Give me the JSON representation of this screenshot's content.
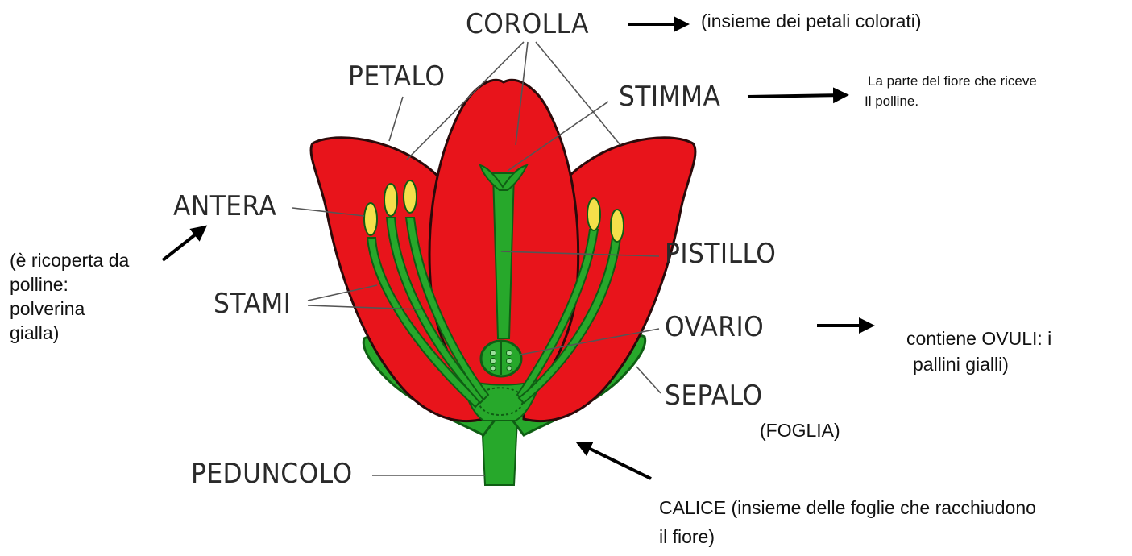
{
  "labels": {
    "corolla": "COROLLA",
    "petalo": "PETALO",
    "stimma": "STIMMA",
    "antera": "ANTERA",
    "pistillo": "PISTILLO",
    "stami": "STAMI",
    "ovario": "OVARIO",
    "sepalo": "SEPALO",
    "peduncolo": "PEDUNCOLO"
  },
  "notes": {
    "corolla_note": "(insieme dei petali colorati)",
    "stimma_note_line1": "La parte del fiore che riceve",
    "stimma_note_line2": "Il polline.",
    "antera_note_line1": "(è ricoperta da",
    "antera_note_line2": "polline:",
    "antera_note_line3": "polverina",
    "antera_note_line4": "gialla)",
    "ovario_note_line1": "contiene OVULI: i",
    "ovario_note_line2": "pallini gialli)",
    "sepalo_note": "(FOGLIA)",
    "calice_note_line1": "CALICE (insieme delle foglie che racchiudono",
    "calice_note_line2": "il fiore)"
  },
  "colors": {
    "petal": "#e8141b",
    "petal_outline": "#2b0a0a",
    "green": "#27a82b",
    "green_dark": "#0f5e14",
    "anther": "#f4e04a",
    "leader": "#555555",
    "arrow": "#000000"
  }
}
